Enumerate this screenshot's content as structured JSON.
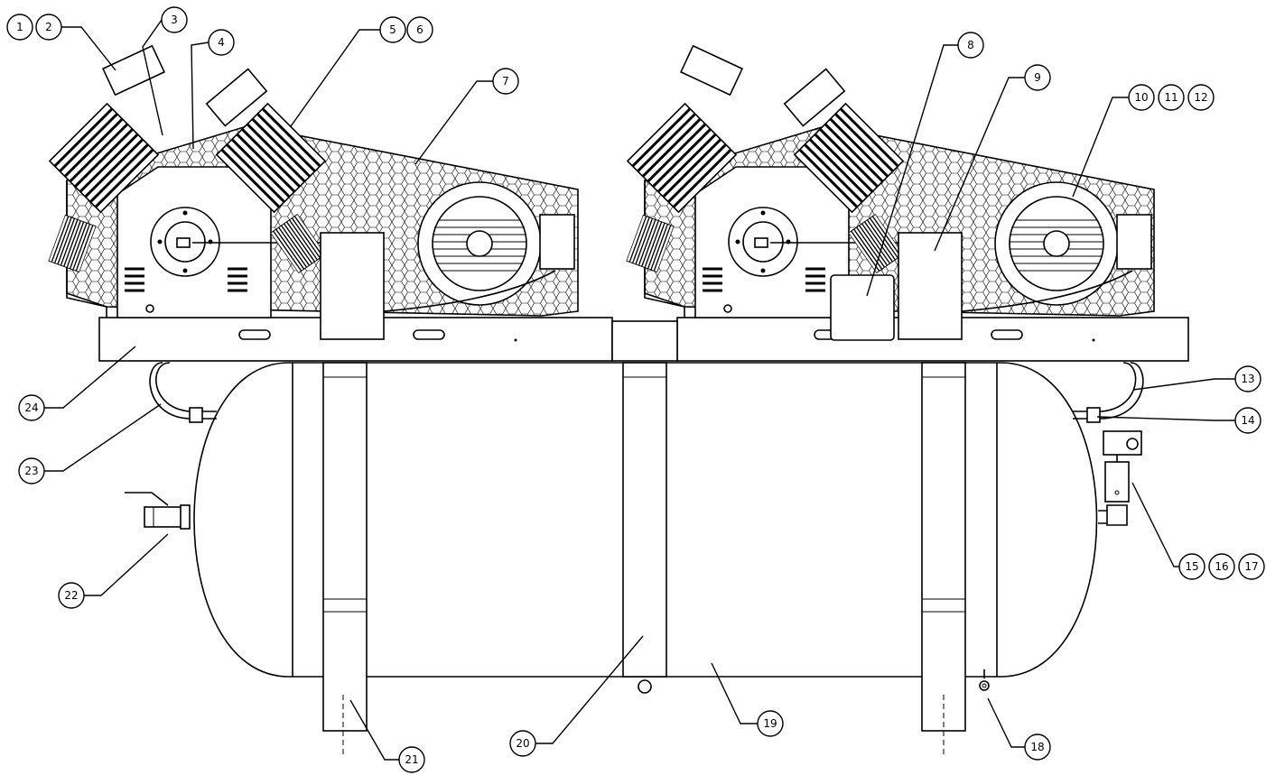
{
  "callouts": [
    {
      "id": "c1",
      "labels": [
        "1",
        "2"
      ]
    },
    {
      "id": "c3",
      "labels": [
        "3"
      ]
    },
    {
      "id": "c4",
      "labels": [
        "4"
      ]
    },
    {
      "id": "c5",
      "labels": [
        "5",
        "6"
      ]
    },
    {
      "id": "c7",
      "labels": [
        "7"
      ]
    },
    {
      "id": "c8",
      "labels": [
        "8"
      ]
    },
    {
      "id": "c9",
      "labels": [
        "9"
      ]
    },
    {
      "id": "c10",
      "labels": [
        "10",
        "11",
        "12"
      ]
    },
    {
      "id": "c13",
      "labels": [
        "13"
      ]
    },
    {
      "id": "c14",
      "labels": [
        "14"
      ]
    },
    {
      "id": "c15",
      "labels": [
        "15",
        "16",
        "17"
      ]
    },
    {
      "id": "c18",
      "labels": [
        "18"
      ]
    },
    {
      "id": "c19",
      "labels": [
        "19"
      ]
    },
    {
      "id": "c20",
      "labels": [
        "20"
      ]
    },
    {
      "id": "c21",
      "labels": [
        "21"
      ]
    },
    {
      "id": "c22",
      "labels": [
        "22"
      ]
    },
    {
      "id": "c23",
      "labels": [
        "23"
      ]
    },
    {
      "id": "c24",
      "labels": [
        "24"
      ]
    }
  ]
}
